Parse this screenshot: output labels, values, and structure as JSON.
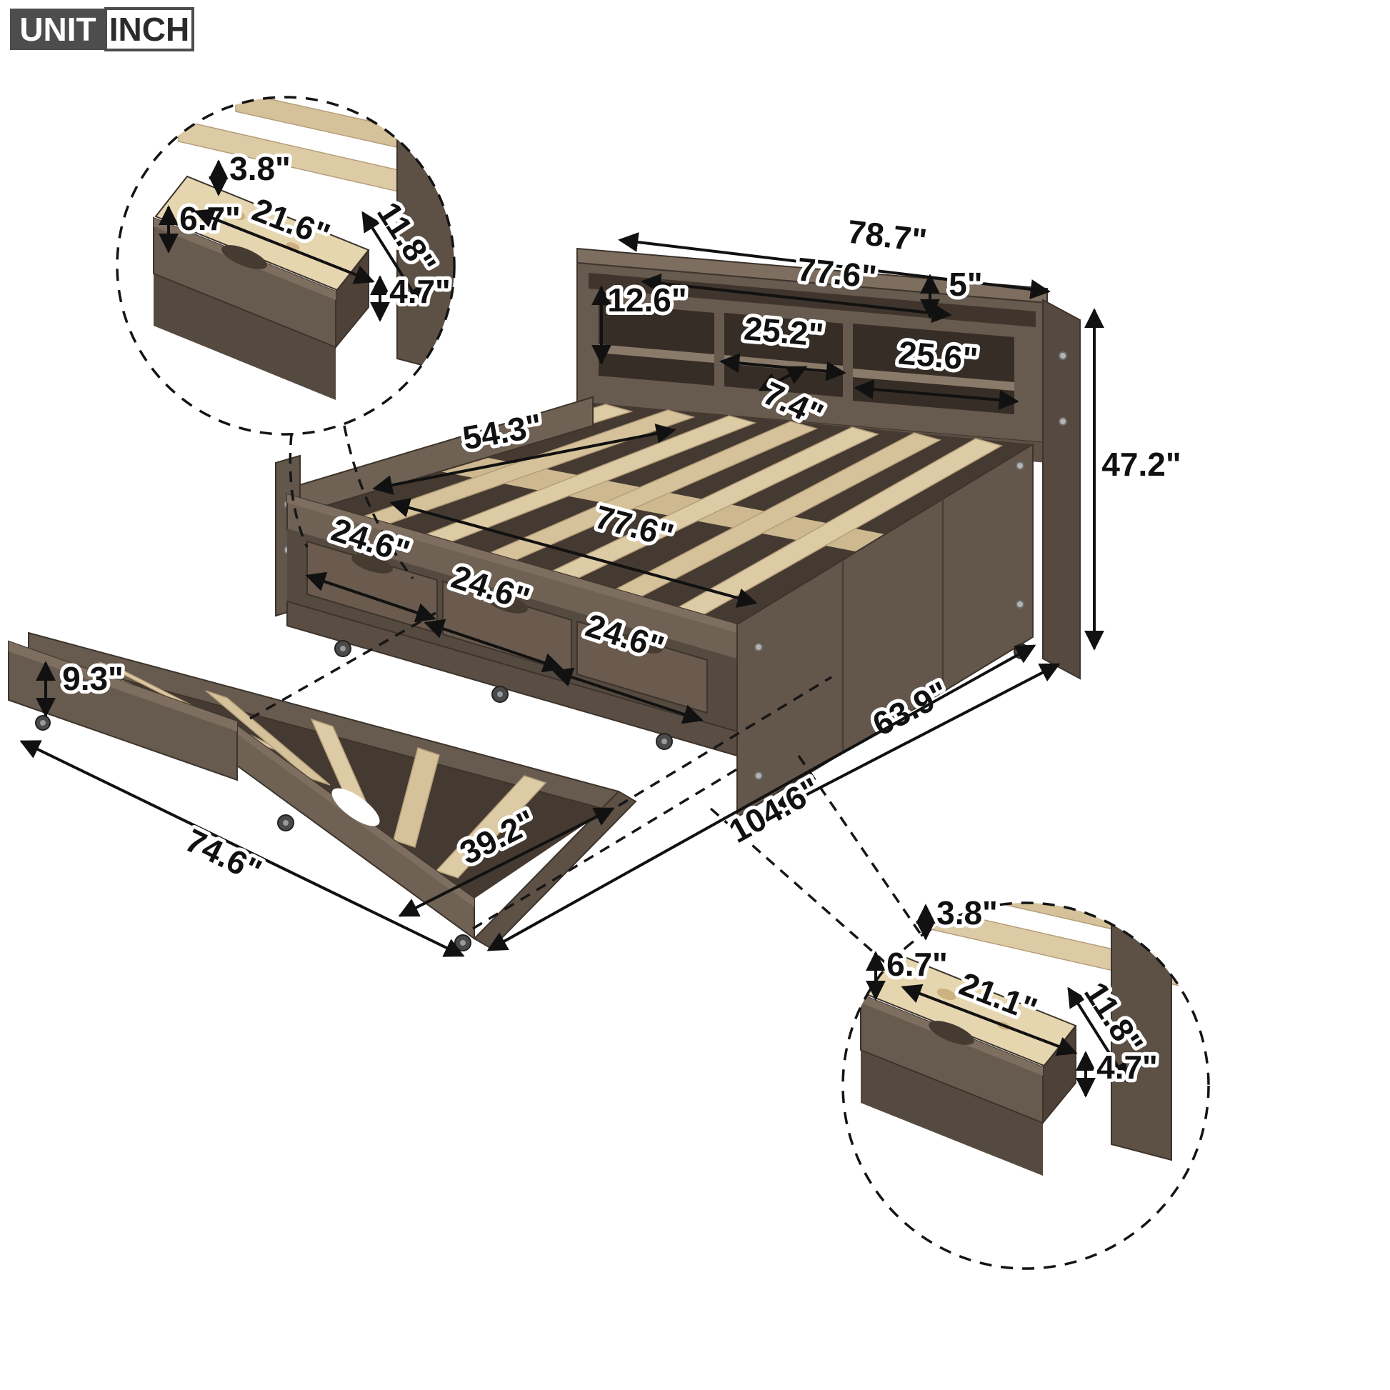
{
  "unit_badge": {
    "unit": "UNIT",
    "inch": "INCH"
  },
  "colors": {
    "wood_main": "#675a4e",
    "wood_light_edge": "#7d6e60",
    "wood_side_shadow": "#554a40",
    "wood_interior_dark": "#3f352d",
    "slat_wood": "#ddcba5",
    "drawer_interior_wood": "#e6d6b0",
    "annotation": "#111111"
  },
  "dims": {
    "headboard": {
      "overall_width": "78.7\"",
      "inner_width": "77.6\"",
      "top_shelf_height": "5\"",
      "side_shelf_height": "12.6\"",
      "middle_shelf_width": "25.2\"",
      "right_shelf_width": "25.6\"",
      "shelf_gap": "7.4\"",
      "overall_height": "47.2\""
    },
    "bed": {
      "slat_length": "54.3\"",
      "inner_length": "77.6\"",
      "drawer_1_width": "24.6\"",
      "drawer_2_width": "24.6\"",
      "drawer_3_width": "24.6\"",
      "overall_depth": "63.9\"",
      "depth_with_trundle": "104.6\""
    },
    "trundle": {
      "height": "9.3\"",
      "length": "74.6\"",
      "width": "39.2\""
    },
    "drawer_detail_top": {
      "inner_depth": "3.8\"",
      "front_height": "6.7\"",
      "inner_length": "21.6\"",
      "side_length": "11.8\"",
      "side_height": "4.7\""
    },
    "drawer_detail_bottom": {
      "inner_depth": "3.8\"",
      "front_height": "6.7\"",
      "inner_length": "21.1\"",
      "side_length": "11.8\"",
      "side_height": "4.7\""
    }
  }
}
